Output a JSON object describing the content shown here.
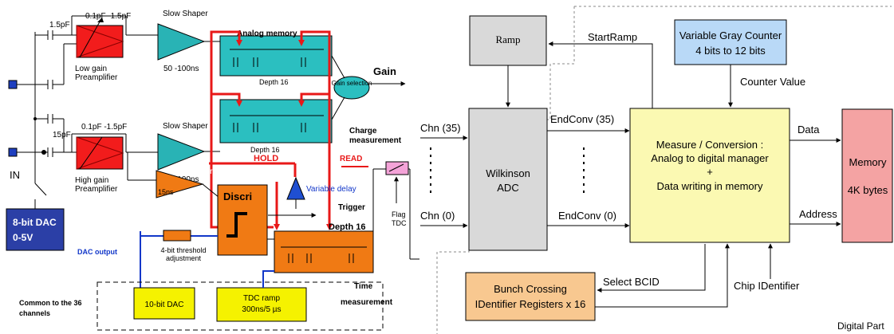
{
  "analog": {
    "cap_top": "1.5pF",
    "cap_fb_top": "0.1pF -1.5pF",
    "slow_shaper": "Slow Shaper",
    "shaper_time": "50 -100ns",
    "analog_memory": "Analog memory",
    "depth16": "Depth 16",
    "gain": "Gain",
    "gain_selection": "Gain selection",
    "low_gain_1": "Low gain",
    "low_gain_2": "Preamplifier",
    "cap_fb_bottom": "0.1pF -1.5pF",
    "cap_bottom": "15pF",
    "high_gain_1": "High gain",
    "high_gain_2": "Preamplifier",
    "charge_1": "Charge",
    "charge_2": "measurement",
    "in_label": "IN",
    "hold": "HOLD",
    "read": "READ",
    "fast_shaper": "Fast Shaper",
    "fast_time": "15ns",
    "discri": "Discri",
    "variable_delay": "Variable delay",
    "trigger": "Trigger",
    "flag_1": "Flag",
    "flag_2": "TDC",
    "dac8_1": "8-bit DAC",
    "dac8_2": "0-5V",
    "dac_output": "DAC output",
    "threshold_1": "4-bit threshold",
    "threshold_2": "adjustment",
    "time_1": "Time",
    "time_2": "measurement",
    "common_1": "Common to the 36",
    "common_2": "channels",
    "dac10": "10-bit DAC",
    "tdc_ramp_1": "TDC ramp",
    "tdc_ramp_2": "300ns/5 µs"
  },
  "digital": {
    "ramp": "Ramp",
    "start_ramp": "StartRamp",
    "gray_1": "Variable Gray Counter",
    "gray_2": "4 bits to 12 bits",
    "counter_value": "Counter Value",
    "chn35": "Chn (35)",
    "chn0": "Chn (0)",
    "wilkinson_1": "Wilkinson",
    "wilkinson_2": "ADC",
    "endconv35": "EndConv (35)",
    "endconv0": "EndConv (0)",
    "measure_1": "Measure / Conversion :",
    "measure_2": "Analog to digital manager",
    "measure_3": "+",
    "measure_4": "Data writing in memory",
    "data": "Data",
    "address": "Address",
    "memory_1": "Memory",
    "memory_2": "4K bytes",
    "bunch_1": "Bunch Crossing",
    "bunch_2": "IDentifier Registers x 16",
    "select_bcid": "Select BCID",
    "chip_id": "Chip IDentifier",
    "digital_part": "Digital Part"
  },
  "colors": {
    "preamp": "#f21c1c",
    "shaper": "#29b3b5",
    "memory_block": "#2bbfc0",
    "orange": "#f07a14",
    "delay": "#1f4fd1",
    "dac_box": "#2b3fa6",
    "yellow": "#f5f200",
    "ramp_box": "#d9d9d9",
    "gray_counter": "#b9d9f7",
    "measure_box": "#fbf9b2",
    "memory_box": "#f4a3a3",
    "bunch_box": "#f8c890",
    "signal_red": "#e81818",
    "signal_blue": "#1237c9"
  }
}
